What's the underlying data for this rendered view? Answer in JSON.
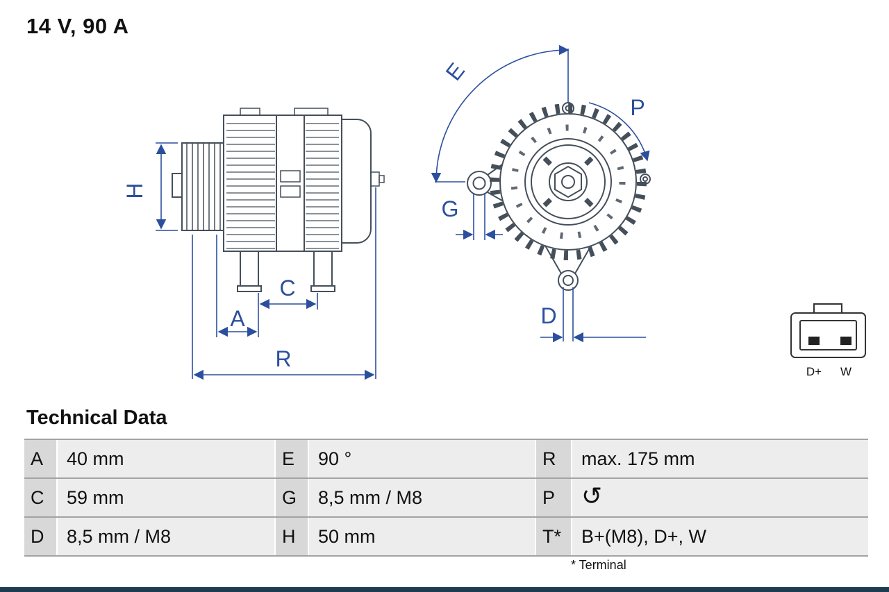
{
  "title": "14 V, 90 A",
  "drawing": {
    "dim_labels": {
      "H": "H",
      "A": "A",
      "C": "C",
      "R": "R",
      "E": "E",
      "G": "G",
      "D": "D",
      "P": "P"
    },
    "connector": {
      "pin_left": "D+",
      "pin_right": "W"
    }
  },
  "table": {
    "heading": "Technical Data",
    "rows": [
      {
        "c1k": "A",
        "c1v": "40 mm",
        "c2k": "E",
        "c2v": "90 °",
        "c3k": "R",
        "c3v": "max. 175 mm"
      },
      {
        "c1k": "C",
        "c1v": "59 mm",
        "c2k": "G",
        "c2v": "8,5 mm / M8",
        "c3k": "P",
        "c3v": "",
        "c3icon": "rotation-ccw-icon",
        "c3glyph": "↺"
      },
      {
        "c1k": "D",
        "c1v": "8,5 mm / M8",
        "c2k": "H",
        "c2v": "50 mm",
        "c3k": "T*",
        "c3v": "B+(M8), D+, W"
      }
    ],
    "footnote": "* Terminal"
  },
  "colors": {
    "dimension_blue": "#2b4f9e",
    "drawing_line": "#454f5a",
    "table_key_bg": "#d8d8d8",
    "table_val_bg": "#ededed",
    "bottom_bar": "#1d3c4f"
  }
}
